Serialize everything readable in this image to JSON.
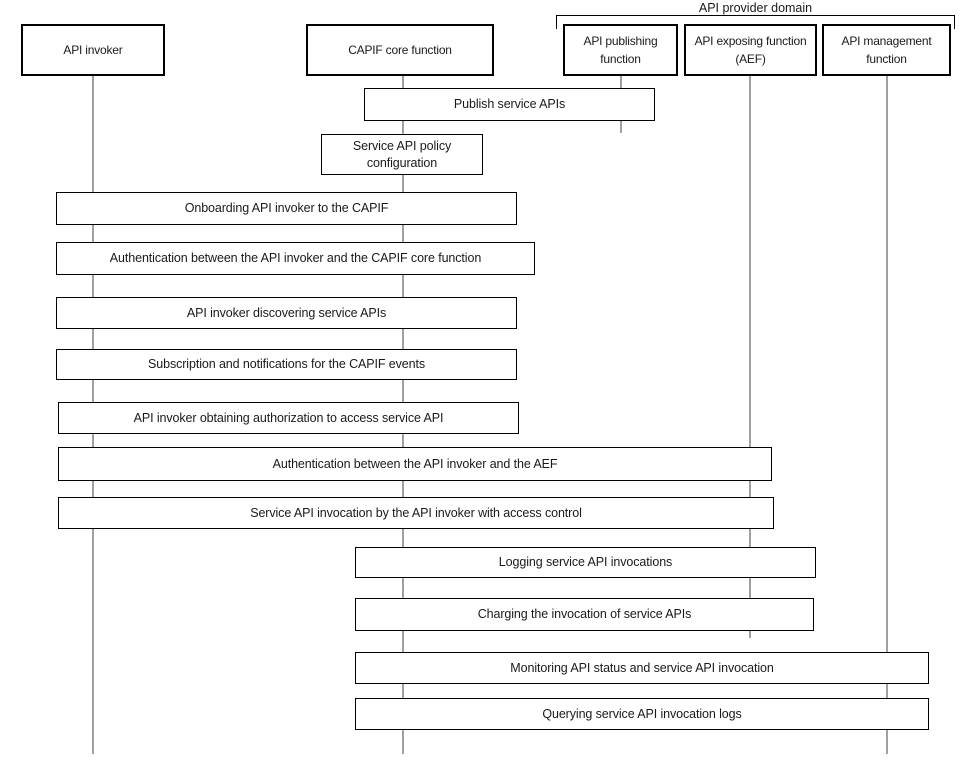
{
  "colors": {
    "box_border": "#000000",
    "box_fill": "#ffffff",
    "lifeline_gray": "#a0a0a0",
    "text": "#1a1a1a",
    "background": "#ffffff"
  },
  "provider_domain": {
    "label": "API provider domain"
  },
  "actors": [
    {
      "id": "api-invoker",
      "label": "API invoker"
    },
    {
      "id": "capif-core-function",
      "label": "CAPIF core function"
    },
    {
      "id": "api-publishing-function",
      "label": "API publishing\nfunction"
    },
    {
      "id": "api-exposing-function",
      "label": "API exposing function\n(AEF)"
    },
    {
      "id": "api-management-function",
      "label": "API management\nfunction"
    }
  ],
  "steps": [
    {
      "label": "Publish service APIs"
    },
    {
      "label": "Service API policy\nconfiguration"
    },
    {
      "label": "Onboarding API invoker to the CAPIF"
    },
    {
      "label": "Authentication between the API invoker and the CAPIF core function"
    },
    {
      "label": "API invoker discovering service APIs"
    },
    {
      "label": "Subscription and notifications for the CAPIF events"
    },
    {
      "label": "API invoker obtaining authorization to access service API"
    },
    {
      "label": "Authentication between the API invoker and the AEF"
    },
    {
      "label": "Service API invocation by the API invoker with access control"
    },
    {
      "label": "Logging service API invocations"
    },
    {
      "label": "Charging the invocation of service APIs"
    },
    {
      "label": "Monitoring API status and service API invocation"
    },
    {
      "label": "Querying service API invocation logs"
    }
  ]
}
